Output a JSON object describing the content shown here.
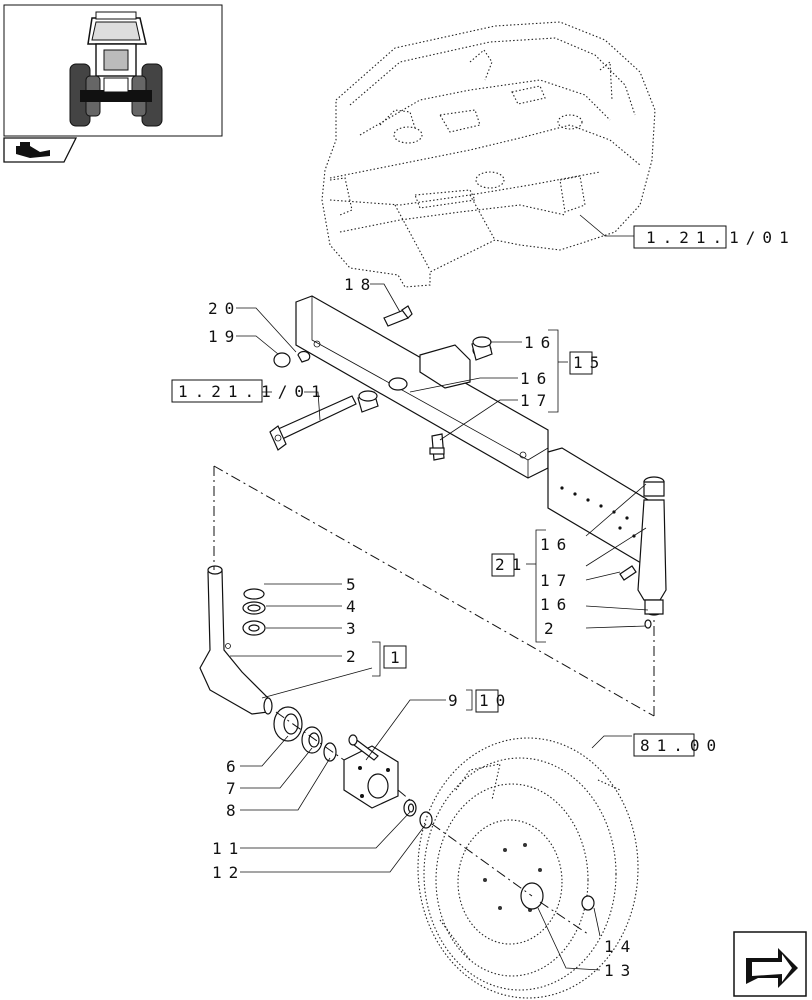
{
  "ref_boxes": {
    "frame_ref": "1.21.1/01",
    "axle_pin_ref": "1.21.1/01",
    "wheel_ref": "81.00",
    "group_15": "15",
    "group_21": "21",
    "group_1": "1",
    "group_10": "10"
  },
  "callouts": {
    "c18": "18",
    "c20": "20",
    "c19": "19",
    "c16a": "16",
    "c16b": "16",
    "c17a": "17",
    "c16c": "16",
    "c17b": "17",
    "c16d": "16",
    "c2a": "2",
    "c5": "5",
    "c4": "4",
    "c3": "3",
    "c2b": "2",
    "c9": "9",
    "c6": "6",
    "c7": "7",
    "c8": "8",
    "c11": "11",
    "c12": "12",
    "c14": "14",
    "c13": "13"
  },
  "icons": {
    "thumbnail": "tractor-front-view-icon",
    "section": "section-tab-icon",
    "nav": "next-page-arrow-icon"
  }
}
